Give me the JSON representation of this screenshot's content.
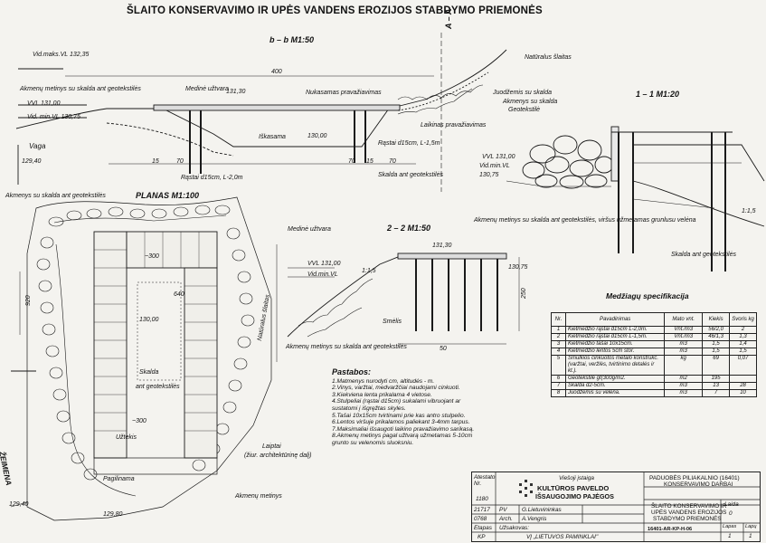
{
  "title": "ŠLAITO KONSERVAVIMO IR UPĖS VANDENS EROZIJOS STABDYMO PRIEMONĖS",
  "sections": {
    "bb": "b – b  M1:50",
    "s11": "1 – 1  M1:20",
    "plan": "PLANAS  M1:100",
    "s22": "2 – 2  M1:50",
    "aa": "A – A"
  },
  "labels": {
    "vid_maks": "Vid.maks.VL 132,35",
    "vvl": "VVL 131,00",
    "vid_min": "Vid. min.VL 130,75",
    "akmenu_metinys": "Akmenų metinys su skalda ant geotekstilės",
    "medine_uztvara": "Medinė užtvara",
    "naturalus_slaitas": "Natūralus šlaitas",
    "nukasamas": "Nukasamas pravažiavimas",
    "juodzemis": "Juodžemis su skalda",
    "akmenys_su_skalda": "Akmenys su skalda",
    "geotekstile": "Geotekstilė",
    "laikinas": "Laikinas pravažiavimas",
    "vaga": "Vaga",
    "iskasama": "Iškasama",
    "rastai_15": "Rąstai d15cm, L-1,5m",
    "rastai_20": "Rąstai d15cm, L-2,0m",
    "skalda_geo": "Skalda ant geotekstilės",
    "akmenys_geo": "Akmenys su skalda ant geotekstilės",
    "akmenu_velena": "Akmenų metinys su skalda ant geotekstilės, viršus užmetamas grunlusu velėna",
    "medine_uztvara2": "Medinė užtvara",
    "naturalus_slaitas2": "Natūralus šlaitas",
    "skalda": "Skalda",
    "ant_geo": "ant geotekstilės",
    "uztekis": "Užtekis",
    "laiptai": "Laiptai",
    "ziur_arch": "(žiur. architektūrinę dalį)",
    "pagilinama": "Pagilinama",
    "akmenu_metinys2": "Akmenų metinys",
    "zeimena": "ŽEIMENA",
    "smelis": "Smėlis",
    "akmenu_metinys3": "Akmenų metinys su skalda ant geotekstilės",
    "vvl2": "VVL 131,00",
    "vid_min2": "Vid.min.VL",
    "skalda_geo2": "Skalda ant geotekstilės"
  },
  "dims": {
    "d400": "400",
    "d70a": "70",
    "d15a": "15",
    "d70b": "70",
    "d70c": "70",
    "d15b": "15",
    "d3130a": "131,30",
    "d13000": "130,00",
    "d12940": "129,40",
    "d13075": "130,75",
    "d15": "15",
    "d640": "640",
    "d920": "920",
    "d300a": "~300",
    "d300b": "~300",
    "d12940b": "129,40",
    "d12980": "129,80",
    "d13000b": "130,00",
    "d3130b": "131,30",
    "d13075b": "130,75",
    "d250": "250",
    "d50": "50",
    "d145": "1:1,5",
    "d112": "1:1,5"
  },
  "notes": {
    "heading": "Pastabos:",
    "items": [
      "1.Matmenys nurodyti cm, altitudės - m.",
      "2.Vinys, varžtai, medvaržčiai naudojami cinkuoti.",
      "3.Kiekviena lenta prikalama 4 vietose.",
      "4.Stulpeliai (rąstai d15cm) sukalami vibruojant ar",
      "   sustatomi į išgręžtas skyles.",
      "5.Tašai 10x15cm tvirtinami prie kas antro stulpelio.",
      "6.Lentos viršuje prikalamos paliekant 3-4mm tarpus.",
      "7.Maksimaliai išsaugoti laikino pravažiavimo sarikasą.",
      "8.Akmenų metinys pagal užtvarą užmetamas 5-10cm",
      "   grunto su velenomis sluoksniu."
    ]
  },
  "spec": {
    "title": "Medžiagų specifikacija",
    "headers": [
      "Nr.",
      "Pavadinimas",
      "Mato vnt.",
      "Kiekis",
      "Svoris kg"
    ],
    "rows": [
      [
        "1",
        "Kietmedžio rąstai d15cm L-2,0m.",
        "Vnt./m3",
        "56/2,0",
        "2"
      ],
      [
        "2",
        "Kietmedžio rąstai d15cm L-1,5m.",
        "Vnt./m3",
        "46/1,3",
        "1,3"
      ],
      [
        "3",
        "Kietmedžio tašai 10x15cm.",
        "m3",
        "1,5",
        "1,4"
      ],
      [
        "4",
        "Kietmedžio lentos 5cm stor.",
        "m3",
        "1,5",
        "1,5"
      ],
      [
        "5",
        "Smulkios cinkuotos metalo konstrukc. (varžtai, veržlės, tvirtinimo detalės ir kt.).",
        "kg",
        "69",
        "0,07"
      ],
      [
        "6",
        "Geotekstilė gt(300g/m2.",
        "m2",
        "195",
        ""
      ],
      [
        "7",
        "Skalda d2-5cm.",
        "m3",
        "13",
        "28"
      ],
      [
        "8",
        "Juodžemis su velėna.",
        "m3",
        "7",
        "10"
      ]
    ]
  },
  "titleblock": {
    "atestato": "Atestato Nr.",
    "atestato_nr": "1180",
    "org_small": "Viešoji įstaiga",
    "org1": "KULTŪROS PAVELDO",
    "org2": "IŠSAUGOJIMO PAJĖGOS",
    "project1": "PADUOBĖS PILIAKALNIO (16401)",
    "project2": "KONSERVAVIMO DARBAI",
    "num1": "21717",
    "role1": "PV",
    "name1": "G.Lietuvininkas",
    "num2": "0768",
    "role2": "Arch.",
    "name2": "A.Vengris",
    "etapas": "Etapas",
    "etapas_val": "KP",
    "uzsakovas": "Užsakovas:",
    "uzsakovas_val": "VĮ „LIETUVOS PAMINKLAI\"",
    "drawing1": "ŠLAITO KONSERVAVIMO IR",
    "drawing2": "UPĖS VANDENS EROZIJOS",
    "drawing3": "STABDYMO PRIEMONĖS",
    "laida": "Laida",
    "laida_val": "0",
    "code": "16401-AR-KP-H-06",
    "lapas": "Lapas",
    "lapas_val": "1",
    "lapu": "Lapų",
    "lapu_val": "1"
  }
}
